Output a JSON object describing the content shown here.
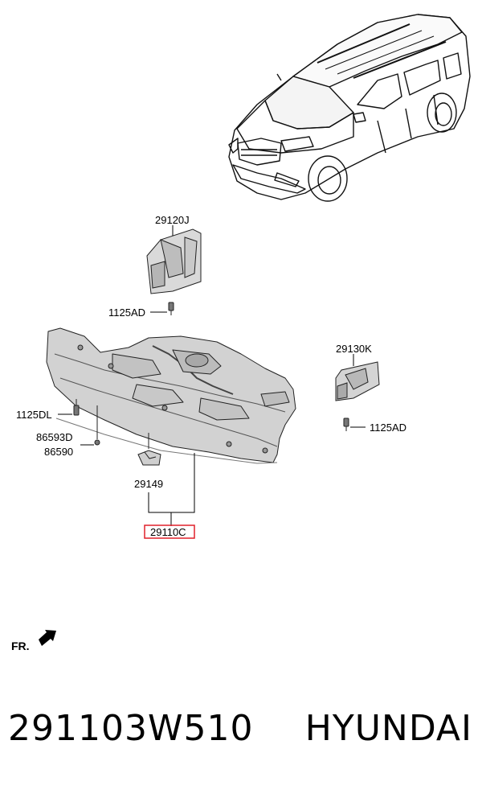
{
  "callouts": {
    "c1": "29120J",
    "c2": "1125AD",
    "c3": "29130K",
    "c4": "1125DL",
    "c5": "86593D",
    "c6": "86590",
    "c7": "1125AD",
    "c8": "29149",
    "c9": "29110C"
  },
  "highlight_color": "#e0202a",
  "direction_label": "FR.",
  "footer": {
    "part_number": "291103W510",
    "brand": "HYUNDAI"
  }
}
